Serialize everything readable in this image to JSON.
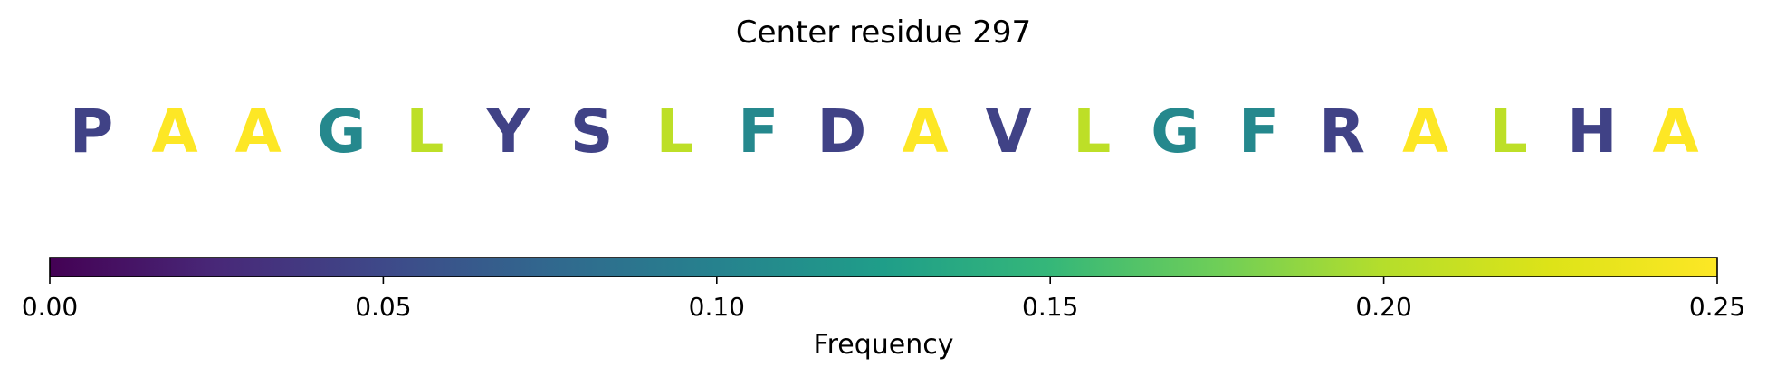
{
  "chart_data": {
    "type": "sequence-logo-colorbar",
    "title": "Center residue 297",
    "residues": [
      {
        "letter": "P",
        "frequency": 0.045
      },
      {
        "letter": "A",
        "frequency": 0.25
      },
      {
        "letter": "A",
        "frequency": 0.25
      },
      {
        "letter": "G",
        "frequency": 0.105
      },
      {
        "letter": "L",
        "frequency": 0.205
      },
      {
        "letter": "Y",
        "frequency": 0.045
      },
      {
        "letter": "S",
        "frequency": 0.045
      },
      {
        "letter": "L",
        "frequency": 0.205
      },
      {
        "letter": "F",
        "frequency": 0.105
      },
      {
        "letter": "D",
        "frequency": 0.045
      },
      {
        "letter": "A",
        "frequency": 0.25
      },
      {
        "letter": "V",
        "frequency": 0.045
      },
      {
        "letter": "L",
        "frequency": 0.205
      },
      {
        "letter": "G",
        "frequency": 0.105
      },
      {
        "letter": "F",
        "frequency": 0.105
      },
      {
        "letter": "R",
        "frequency": 0.045
      },
      {
        "letter": "A",
        "frequency": 0.25
      },
      {
        "letter": "L",
        "frequency": 0.205
      },
      {
        "letter": "H",
        "frequency": 0.045
      },
      {
        "letter": "A",
        "frequency": 0.25
      }
    ],
    "colorbar": {
      "label": "Frequency",
      "colormap": "viridis",
      "range": [
        0,
        0.25
      ],
      "ticks": [
        0,
        0.05,
        0.1,
        0.15,
        0.2,
        0.25
      ],
      "tick_labels": [
        "0.00",
        "0.05",
        "0.10",
        "0.15",
        "0.20",
        "0.25"
      ]
    }
  }
}
